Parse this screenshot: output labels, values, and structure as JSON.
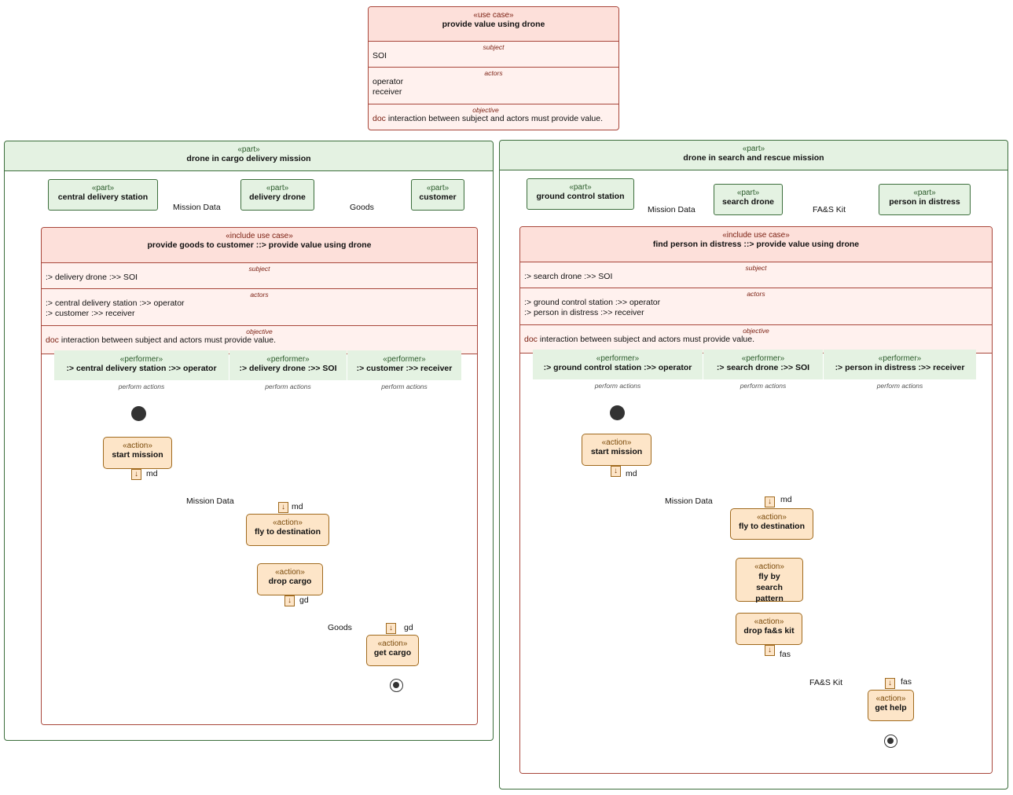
{
  "stereotypes": {
    "use_case": "«use case»",
    "include_use_case": "«include use case»",
    "part": "«part»",
    "performer": "«performer»",
    "action": "«action»"
  },
  "section_titles": {
    "subject": "subject",
    "actors": "actors",
    "objective": "objective",
    "perform_actions": "perform actions"
  },
  "top_use_case": {
    "name": "provide value using drone",
    "subject": "SOI",
    "actors": [
      "operator",
      "receiver"
    ],
    "objective_kw": "doc",
    "objective": "interaction between subject and actors must provide value."
  },
  "cargo": {
    "frame_title": "drone in cargo delivery mission",
    "parts": [
      "central delivery station",
      "delivery drone",
      "customer"
    ],
    "flows": [
      "Mission Data",
      "Goods"
    ],
    "use_case": {
      "name": "provide goods to customer ::> provide value using drone",
      "subject": ":> delivery drone :>> SOI",
      "actors": [
        ":> central delivery station :>> operator",
        ":> customer :>> receiver"
      ],
      "objective_kw": "doc",
      "objective": "interaction between subject and actors must provide value."
    },
    "performers": [
      ":> central delivery station :>> operator",
      ":> delivery drone :>> SOI",
      ":> customer :>> receiver"
    ],
    "actions": [
      "start mission",
      "fly to destination",
      "drop cargo",
      "get cargo"
    ],
    "pins": [
      "md",
      "md",
      "gd",
      "gd"
    ],
    "flow_labels": [
      "Mission Data",
      "Goods"
    ]
  },
  "rescue": {
    "frame_title": "drone in search and rescue mission",
    "parts": [
      "ground control station",
      "search drone",
      "person in distress"
    ],
    "flows": [
      "Mission Data",
      "FA&S Kit"
    ],
    "use_case": {
      "name": "find person in distress ::> provide value using drone",
      "subject": ":> search drone :>> SOI",
      "actors": [
        ":> ground control station :>> operator",
        ":> person in distress :>> receiver"
      ],
      "objective_kw": "doc",
      "objective": "interaction between subject and actors must provide value."
    },
    "performers": [
      ":> ground control station :>> operator",
      ":> search drone :>> SOI",
      ":> person in distress :>> receiver"
    ],
    "actions": [
      "start mission",
      "fly to destination",
      "fly by search pattern",
      "drop fa&s kit",
      "get help"
    ],
    "pins": [
      "md",
      "md",
      "fas",
      "fas"
    ],
    "flow_labels": [
      "Mission Data",
      "FA&S Kit"
    ]
  },
  "colors": {
    "use_case_fill": "#fff1ee",
    "use_case_border": "#a8463a",
    "part_fill": "#e4f2e2",
    "part_border": "#3c6e3c",
    "action_fill": "#fde5c8",
    "action_border": "#a06a1e"
  }
}
